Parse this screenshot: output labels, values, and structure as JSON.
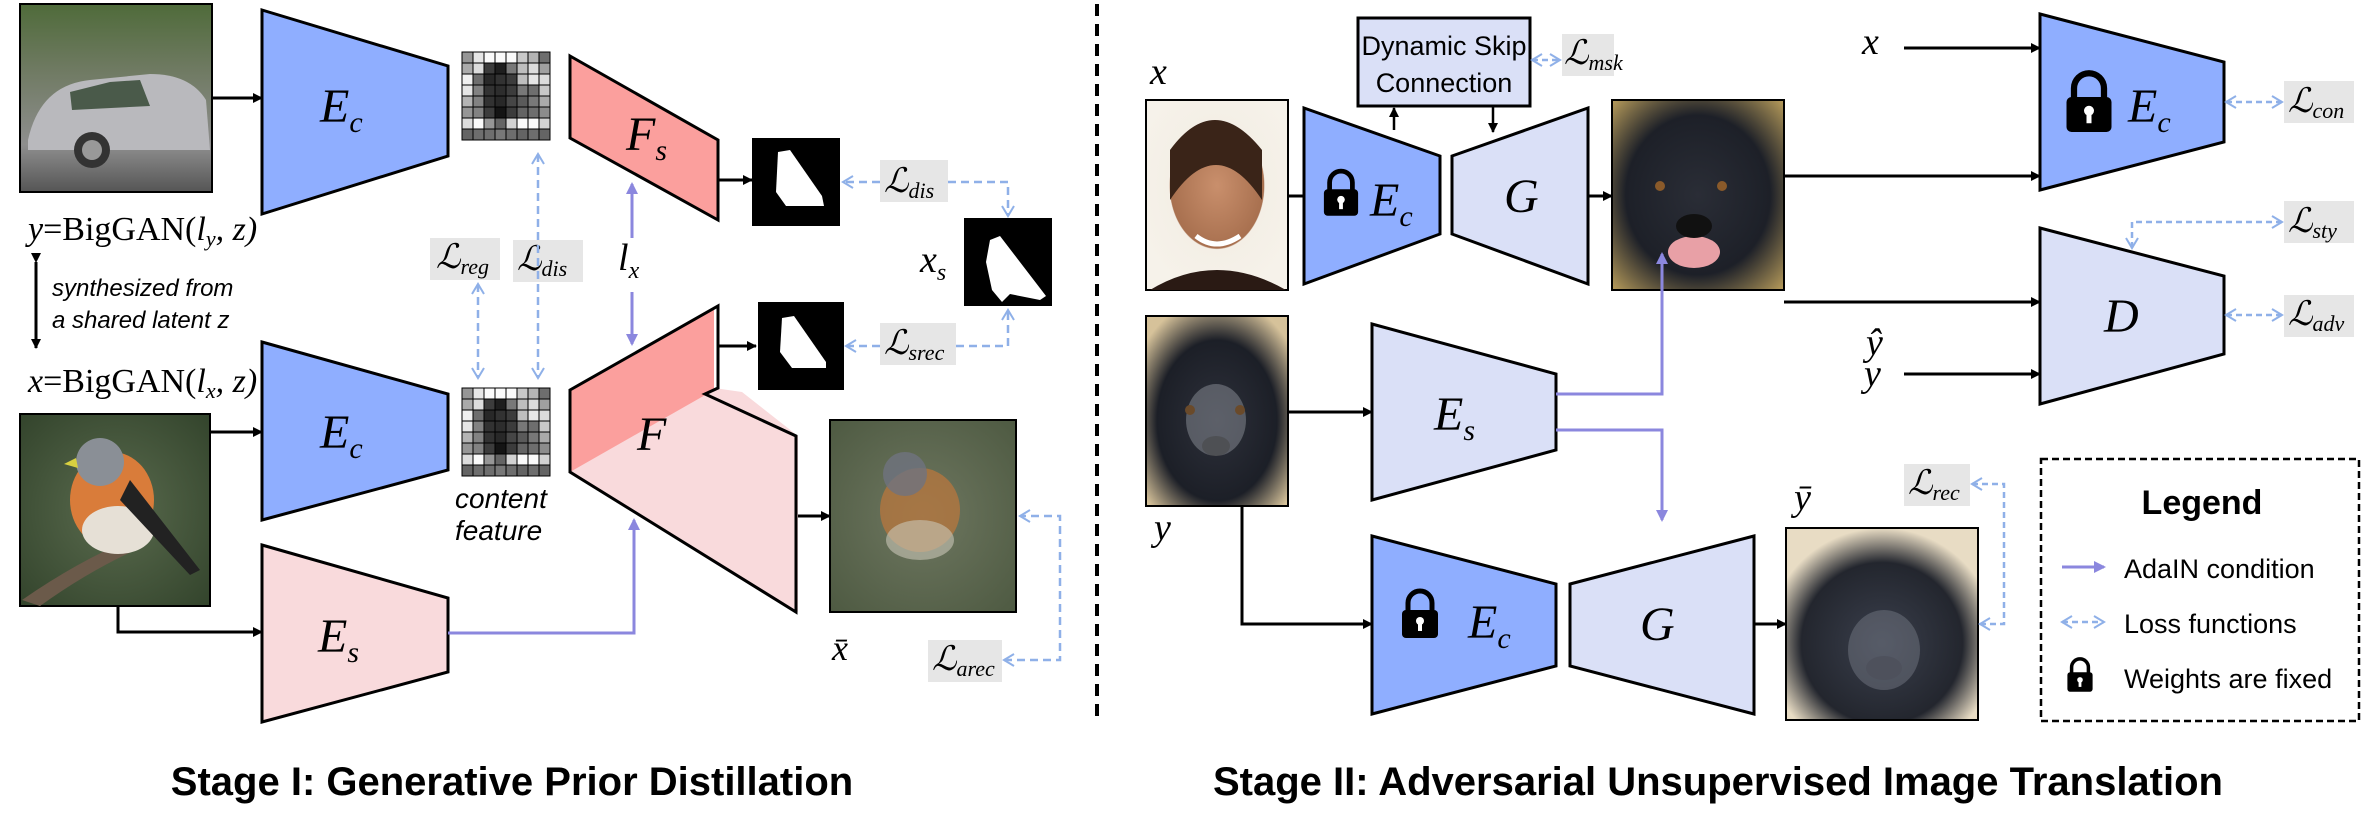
{
  "colors": {
    "content_encoder": "#8faeff",
    "style_encoder_stage1": "#f9dadc",
    "shape_net": "#fb9f9d",
    "stage2_light": "#dae0f7",
    "adain_arrow": "#8b87de",
    "loss_arrow": "#8fb0e8",
    "loss_box": "#e6e6e6",
    "stroke": "#000000"
  },
  "stage1": {
    "title": "Stage I: Generative Prior Distillation",
    "y_formula": {
      "var": "y",
      "eq": "=BigGAN(",
      "sub_var": "l",
      "sub": "y",
      "tail": ", z)"
    },
    "x_formula": {
      "var": "x",
      "eq": "=BigGAN(",
      "sub_var": "l",
      "sub": "x",
      "tail": ", z)"
    },
    "shared_note_line1": "synthesized from",
    "shared_note_line2": "a shared latent z",
    "modules": {
      "ec_top": {
        "main": "E",
        "sub": "c"
      },
      "ec_bottom": {
        "main": "E",
        "sub": "c"
      },
      "es": {
        "main": "E",
        "sub": "s"
      },
      "fs": {
        "main": "F",
        "sub": "s"
      },
      "f": {
        "main": "F",
        "sub": ""
      }
    },
    "content_feature_line1": "content",
    "content_feature_line2": "feature",
    "lx": {
      "main": "l",
      "sub": "x"
    },
    "xs": {
      "main": "x",
      "sub": "s"
    },
    "xbar": "x̄",
    "losses": {
      "reg": {
        "main": "ℒ",
        "sub": "reg"
      },
      "dis_mid": {
        "main": "ℒ",
        "sub": "dis"
      },
      "dis_right": {
        "main": "ℒ",
        "sub": "dis"
      },
      "srec": {
        "main": "ℒ",
        "sub": "srec"
      },
      "arec": {
        "main": "ℒ",
        "sub": "arec"
      }
    },
    "images": {
      "car": "car photo (y)",
      "bird": "bird photo (x)",
      "mask_top": "predicted shape mask",
      "mask_xs": "shape mask x_s",
      "mask_bottom": "reconstructed shape mask",
      "bird_recon": "blurry reconstructed bird"
    }
  },
  "stage2": {
    "title": "Stage II: Adversarial Unsupervised Image Translation",
    "x_label": "x",
    "y_label": "y",
    "yhat": "ŷ",
    "ybar": "ȳ",
    "x_in": "x",
    "y_in": "y",
    "dsc_line1": "Dynamic Skip",
    "dsc_line2": "Connection",
    "modules": {
      "ec_top": {
        "main": "E",
        "sub": "c"
      },
      "g_top": {
        "main": "G",
        "sub": ""
      },
      "es": {
        "main": "E",
        "sub": "s"
      },
      "ec_bottom": {
        "main": "E",
        "sub": "c"
      },
      "g_bottom": {
        "main": "G",
        "sub": ""
      },
      "ec_right": {
        "main": "E",
        "sub": "c"
      },
      "d": {
        "main": "D",
        "sub": ""
      }
    },
    "losses": {
      "msk": {
        "main": "ℒ",
        "sub": "msk"
      },
      "con": {
        "main": "ℒ",
        "sub": "con"
      },
      "sty": {
        "main": "ℒ",
        "sub": "sty"
      },
      "adv": {
        "main": "ℒ",
        "sub": "adv"
      },
      "rec": {
        "main": "ℒ",
        "sub": "rec"
      }
    },
    "images": {
      "face": "human face photo (x)",
      "dog_style": "dog photo (y)",
      "dog_out": "translated dog (ŷ)",
      "dog_recon": "reconstructed dog (ȳ)"
    }
  },
  "legend": {
    "title": "Legend",
    "items": [
      {
        "icon": "adain-arrow-icon",
        "label": "AdaIN condition"
      },
      {
        "icon": "loss-arrow-icon",
        "label": "Loss functions"
      },
      {
        "icon": "lock-icon",
        "label": "Weights are fixed"
      }
    ]
  }
}
